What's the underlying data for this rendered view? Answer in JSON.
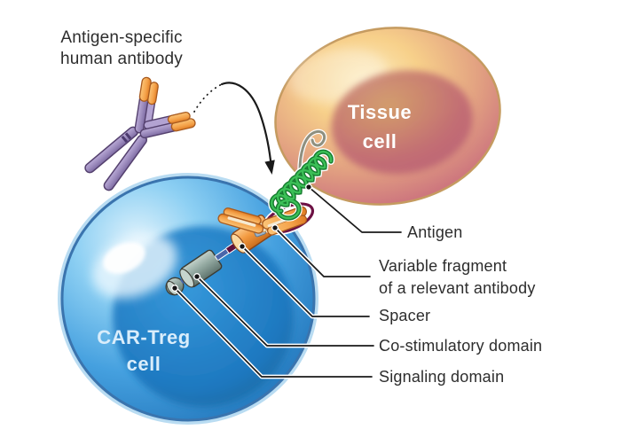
{
  "figure": {
    "antibody_label": "Antigen-specific\nhuman antibody",
    "tissue_cell_label": "Tissue\ncell",
    "car_treg_label": "CAR-Treg\ncell"
  },
  "callouts": [
    {
      "id": "antigen",
      "text": "Antigen"
    },
    {
      "id": "variable-fragment",
      "text": "Variable fragment\nof a relevant antibody"
    },
    {
      "id": "spacer",
      "text": "Spacer"
    },
    {
      "id": "co-stimulatory-domain",
      "text": "Co-stimulatory domain"
    },
    {
      "id": "signaling-domain",
      "text": "Signaling domain"
    }
  ],
  "colors": {
    "background": "#ffffff",
    "label_text": "#2d2d2d",
    "tissue_cell_top": "#f7d08a",
    "tissue_cell_bottom": "#c4637d",
    "tissue_cell_border": "#c59b60",
    "car_treg_fill": "#2a86cf",
    "car_treg_border": "#3a74ae",
    "car_treg_label_text": "#d9edfb",
    "antibody_purple": "#9b8abc",
    "antibody_orange": "#f4a24a",
    "antigen_green": "#2fa84d",
    "hook_gray": "#8f9080",
    "linker_maroon": "#5d0f3d",
    "linker_blue": "#4a66aa",
    "domain_gray": "#92a8a0",
    "callout_line": "#1a1a1a"
  }
}
